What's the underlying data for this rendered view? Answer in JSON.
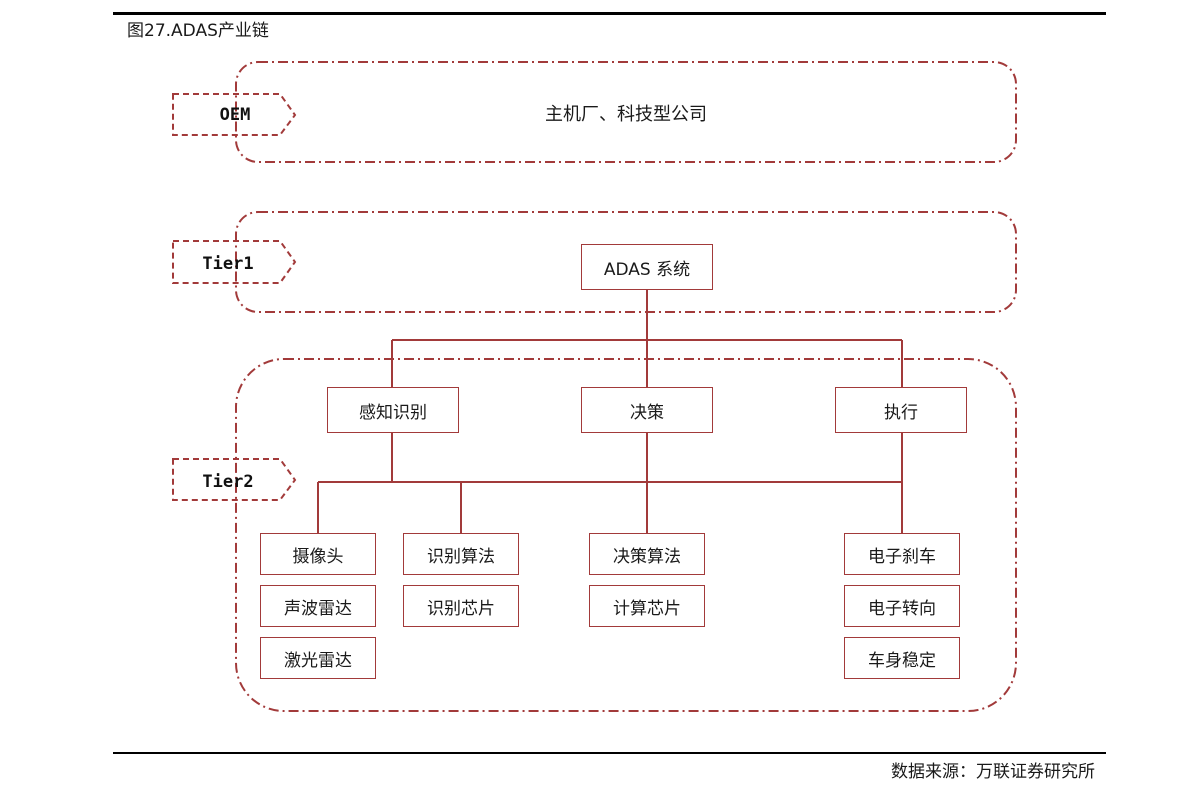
{
  "caption": "图27.ADAS产业链",
  "source": "数据来源：万联证券研究所",
  "tiers": {
    "oem": "OEM",
    "tier1": "Tier1",
    "tier2": "Tier2"
  },
  "oem_text": "主机厂、科技型公司",
  "root": "ADAS 系统",
  "branches": {
    "perception": "感知识别",
    "decision": "决策",
    "execution": "执行"
  },
  "leaves": {
    "camera": "摄像头",
    "ultrasonic_radar": "声波雷达",
    "lidar": "激光雷达",
    "recognition_algorithm": "识别算法",
    "recognition_chip": "识别芯片",
    "decision_algorithm": "决策算法",
    "compute_chip": "计算芯片",
    "electronic_brake": "电子刹车",
    "electronic_steering": "电子转向",
    "body_stability": "车身稳定"
  },
  "colors": {
    "accent": "#a23a3a",
    "rule": "#000000"
  }
}
